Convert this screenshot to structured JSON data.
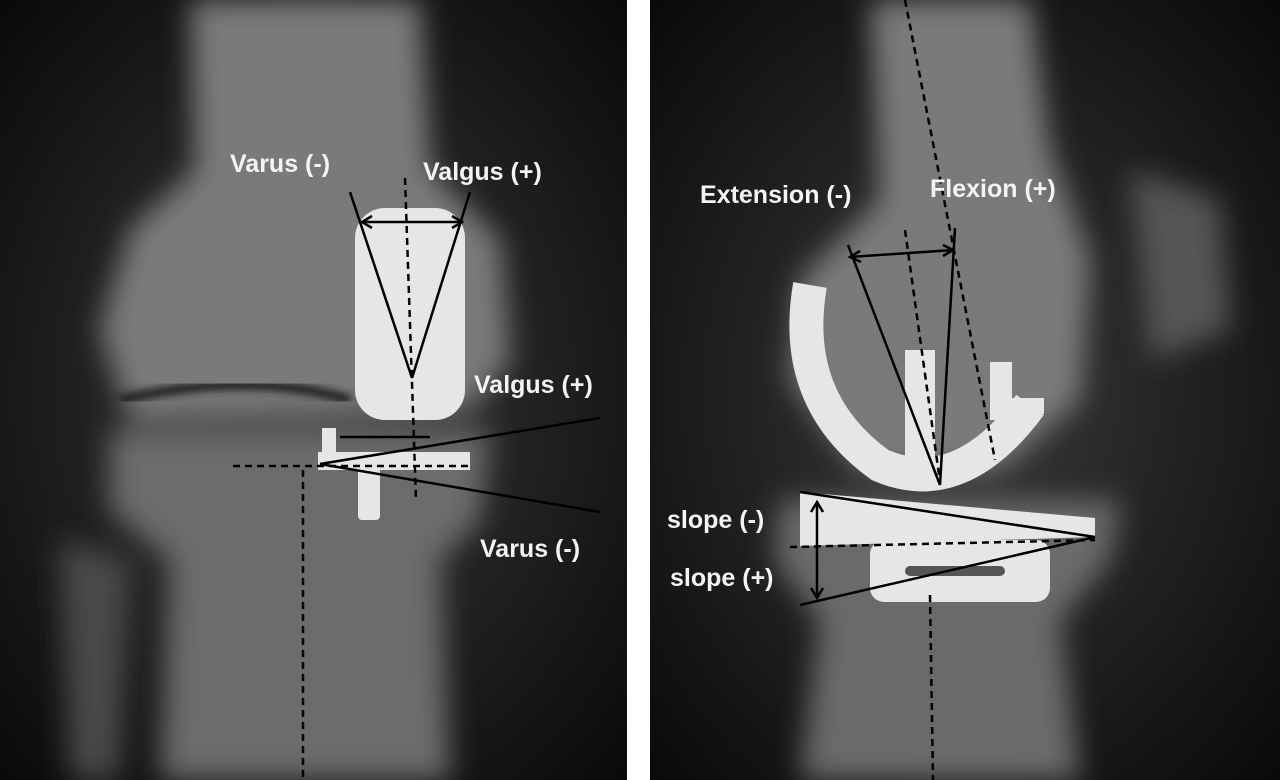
{
  "left_panel": {
    "femoral_labels": {
      "varus": "Varus (-)",
      "valgus": "Valgus (+)"
    },
    "tibial_labels": {
      "valgus": "Valgus (+)",
      "varus": "Varus (-)"
    }
  },
  "right_panel": {
    "femoral_labels": {
      "extension": "Extension (-)",
      "flexion": "Flexion (+)"
    },
    "tibial_labels": {
      "slope_minus": "slope (-)",
      "slope_plus": "slope (+)"
    }
  },
  "colors": {
    "background": "#0c0c0c",
    "implant": "#e6e6e6",
    "divider": "#ffffff",
    "annotation": "#000000"
  }
}
